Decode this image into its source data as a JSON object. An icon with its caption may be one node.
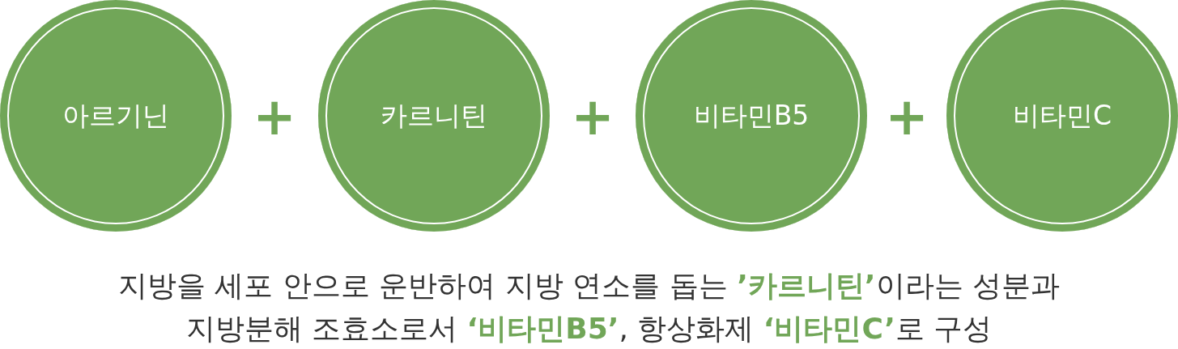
{
  "diagram": {
    "caption": "지방을 세포 안으로 운반하여 지방 연소를 돕는 **’카르니틴’**이라는 성분과 지방분해 조효소로서 **‘비타민B5’**, 항상화제 **‘비타민C’**로 구성",
    "nodes": [
      {
        "text": [
          "아르기닌"
        ]
      },
      {
        "text": [
          "카르니틴"
        ]
      },
      {
        "text": [
          "비타민B5"
        ]
      },
      {
        "text": [
          "비타민C"
        ]
      }
    ],
    "labels": [
      "+",
      "+",
      "+"
    ]
  }
}
